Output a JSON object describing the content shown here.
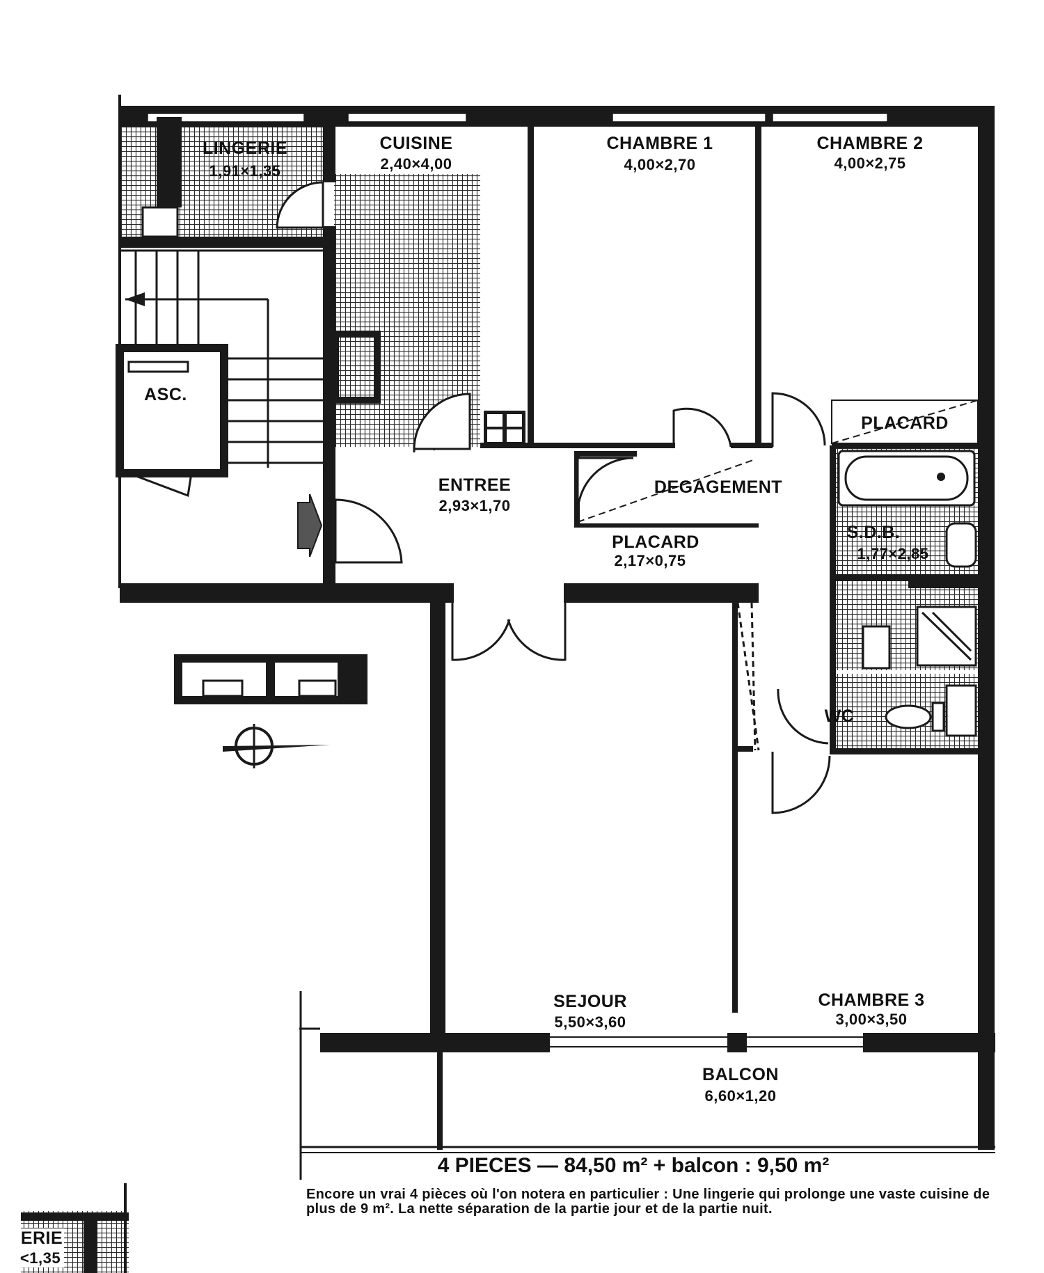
{
  "colors": {
    "wall": "#1a1a1a",
    "paper": "#ffffff",
    "tile": "#2a2a2a"
  },
  "rooms": {
    "lingerie": {
      "name": "LINGERIE",
      "dims": "1,91×1,35"
    },
    "cuisine": {
      "name": "CUISINE",
      "dims": "2,40×4,00"
    },
    "chambre1": {
      "name": "CHAMBRE 1",
      "dims": "4,00×2,70"
    },
    "chambre2": {
      "name": "CHAMBRE 2",
      "dims": "4,00×2,75"
    },
    "placard_nuit": {
      "name": "PLACARD"
    },
    "entree": {
      "name": "ENTREE",
      "dims": "2,93×1,70"
    },
    "degagement": {
      "name": "DEGAGEMENT"
    },
    "placard_entree": {
      "name": "PLACARD",
      "dims": "2,17×0,75"
    },
    "sdb": {
      "name": "S.D.B.",
      "dims": "1,77×2,85"
    },
    "wc": {
      "name": "WC"
    },
    "ascenseur": {
      "name": "ASC."
    },
    "sejour": {
      "name": "SEJOUR",
      "dims": "5,50×3,60"
    },
    "chambre3": {
      "name": "CHAMBRE 3",
      "dims": "3,00×3,50"
    },
    "balcon": {
      "name": "BALCON",
      "dims": "6,60×1,20"
    }
  },
  "caption": {
    "headline": "4 PIECES — 84,50 m² + balcon : 9,50 m²",
    "description": "Encore un vrai 4 pièces où l'on notera en particulier : Une lingerie qui prolonge une vaste cuisine de plus de 9 m². La nette séparation de la partie jour et de la partie nuit."
  },
  "fragment": {
    "name": "ERIE",
    "dims": "<1,35"
  }
}
